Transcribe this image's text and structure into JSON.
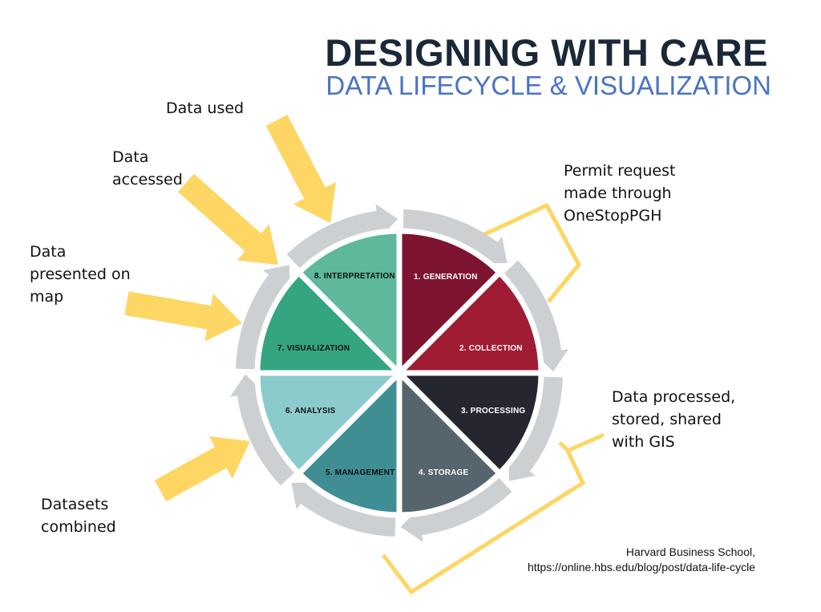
{
  "header": {
    "title": "DESIGNING WITH CARE",
    "subtitle": "DATA LIFECYCLE & VISUALIZATION"
  },
  "cycle": {
    "stages": [
      {
        "label": "1. GENERATION",
        "color": "#7d1430",
        "text_color": "#ffffff"
      },
      {
        "label": "2. COLLECTION",
        "color": "#a01c34",
        "text_color": "#ffffff"
      },
      {
        "label": "3. PROCESSING",
        "color": "#262630",
        "text_color": "#ffffff"
      },
      {
        "label": "4. STORAGE",
        "color": "#56646e",
        "text_color": "#ffffff"
      },
      {
        "label": "5. MANAGEMENT",
        "color": "#3f8e94",
        "text_color": "#111111"
      },
      {
        "label": "6. ANALYSIS",
        "color": "#8ccbcb",
        "text_color": "#111111"
      },
      {
        "label": "7. VISUALIZATION",
        "color": "#35a581",
        "text_color": "#111111"
      },
      {
        "label": "8. INTERPRETATION",
        "color": "#5db89c",
        "text_color": "#111111"
      }
    ],
    "ring_color": "#cdd0d3",
    "accent_yellow": "#fdd663"
  },
  "annotations": {
    "data_used": "Data used",
    "data_accessed": "Data\naccessed",
    "data_presented": "Data\npresented on\nmap",
    "datasets_combined": "Datasets\ncombined",
    "permit_request": "Permit request\nmade through\nOneStopPGH",
    "data_processed": "Data processed,\nstored, shared\nwith GIS"
  },
  "credit": {
    "line1": "Harvard Business School,",
    "line2": "https://online.hbs.edu/blog/post/data-life-cycle"
  }
}
